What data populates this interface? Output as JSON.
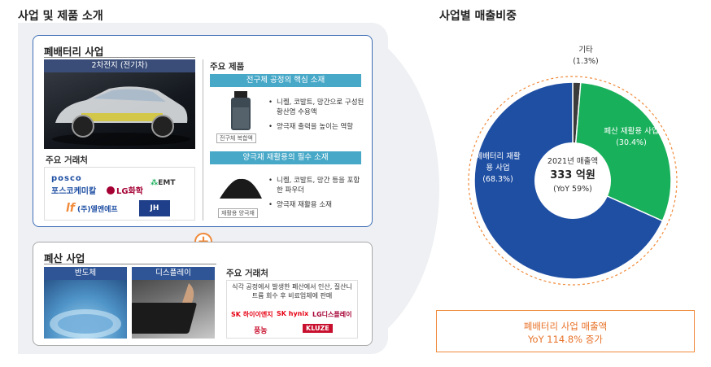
{
  "left_title": "사업 및 제품 소개",
  "right_title": "사업별 매출비중",
  "battery": {
    "title": "폐배터리 사업",
    "photo_label": "2차전지 (전기차)",
    "customers_heading": "주요 거래처",
    "products_heading": "주요 제품",
    "customers": [
      "posco",
      "포스코케미칼",
      "LG화학",
      "EMT",
      "(주)엘앤에프",
      "JH"
    ],
    "product1": {
      "bar": "전구체 공정의 핵심 소재",
      "bullets": [
        "니켈, 코발트, 망간으로 구성된 황산염 수용액",
        "양극재 출력을 높이는 역할"
      ],
      "caption": "전구체 복합액"
    },
    "product2": {
      "bar": "양극재 재활용의 필수 소재",
      "bullets": [
        "니켈, 코발트, 망간 등을 포함한 파우더",
        "양극재 재활용 소재"
      ],
      "caption": "재활용 양극재"
    }
  },
  "plus_sign": "+",
  "waste": {
    "title": "폐산 사업",
    "photo1_label": "반도체",
    "photo2_label": "디스플레이",
    "customers_heading": "주요 거래처",
    "description": "식각 공정에서 발생한 폐산에서 인산, 질산니트륨 회수 후 비료업체에 판매",
    "customers": [
      "SK 하이이엔지",
      "SK hynix",
      "LG디스플레이",
      "풍농",
      "KLUZE"
    ]
  },
  "chart_data": {
    "type": "pie",
    "title": "사업별 매출비중",
    "center": {
      "line1": "2021년 매출액",
      "line2": "333 억원",
      "line3": "(YoY 59%)"
    },
    "slices": [
      {
        "label": "기타",
        "pct_text": "(1.3%)",
        "value": 1.3,
        "color": "#3b3b3b"
      },
      {
        "label": "폐산 재활용 사업",
        "pct_text": "(30.4%)",
        "value": 30.4,
        "color": "#18b05a"
      },
      {
        "label": "폐배터리 재활용 사업",
        "pct_text": "(68.3%)",
        "value": 68.3,
        "color": "#1f4fa3"
      }
    ]
  },
  "summary": {
    "line1": "폐배터리 사업 매출액",
    "line2": "YoY 114.8% 증가"
  },
  "colors": {
    "accent_orange": "#f08a3a",
    "battery_blue": "#3f6fb6",
    "teal": "#47a8c8"
  }
}
